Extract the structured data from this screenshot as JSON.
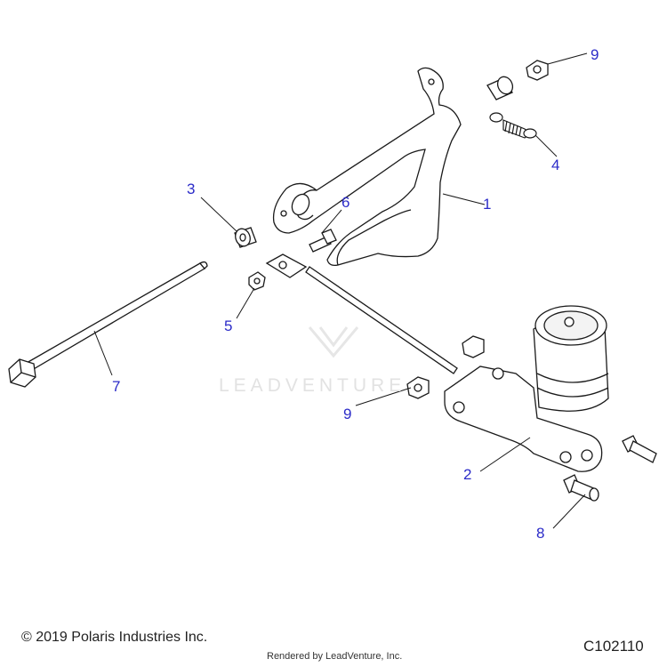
{
  "watermark": {
    "text": "LEADVENTURE",
    "logo": "leadventure-v-logo"
  },
  "callouts": [
    {
      "id": "1",
      "label": "1",
      "part": "brake-pedal-arm"
    },
    {
      "id": "2",
      "label": "2",
      "part": "master-cylinder"
    },
    {
      "id": "3",
      "label": "3",
      "part": "bushing"
    },
    {
      "id": "4",
      "label": "4",
      "part": "return-spring"
    },
    {
      "id": "5",
      "label": "5",
      "part": "small-nut"
    },
    {
      "id": "6",
      "label": "6",
      "part": "pedal-stop-bolt"
    },
    {
      "id": "7",
      "label": "7",
      "part": "long-pivot-bolt"
    },
    {
      "id": "8",
      "label": "8",
      "part": "flange-bolt"
    },
    {
      "id": "9a",
      "label": "9",
      "part": "flange-nut-top"
    },
    {
      "id": "9b",
      "label": "9",
      "part": "flange-nut-middle"
    }
  ],
  "footer": {
    "copyright": "© 2019 Polaris Industries Inc.",
    "rendered_by": "Rendered by LeadVenture, Inc.",
    "diagram_code": "C102110"
  },
  "colors": {
    "callout": "#2b2bc8",
    "line": "#1a1a1a",
    "part_fill": "#ffffff"
  }
}
